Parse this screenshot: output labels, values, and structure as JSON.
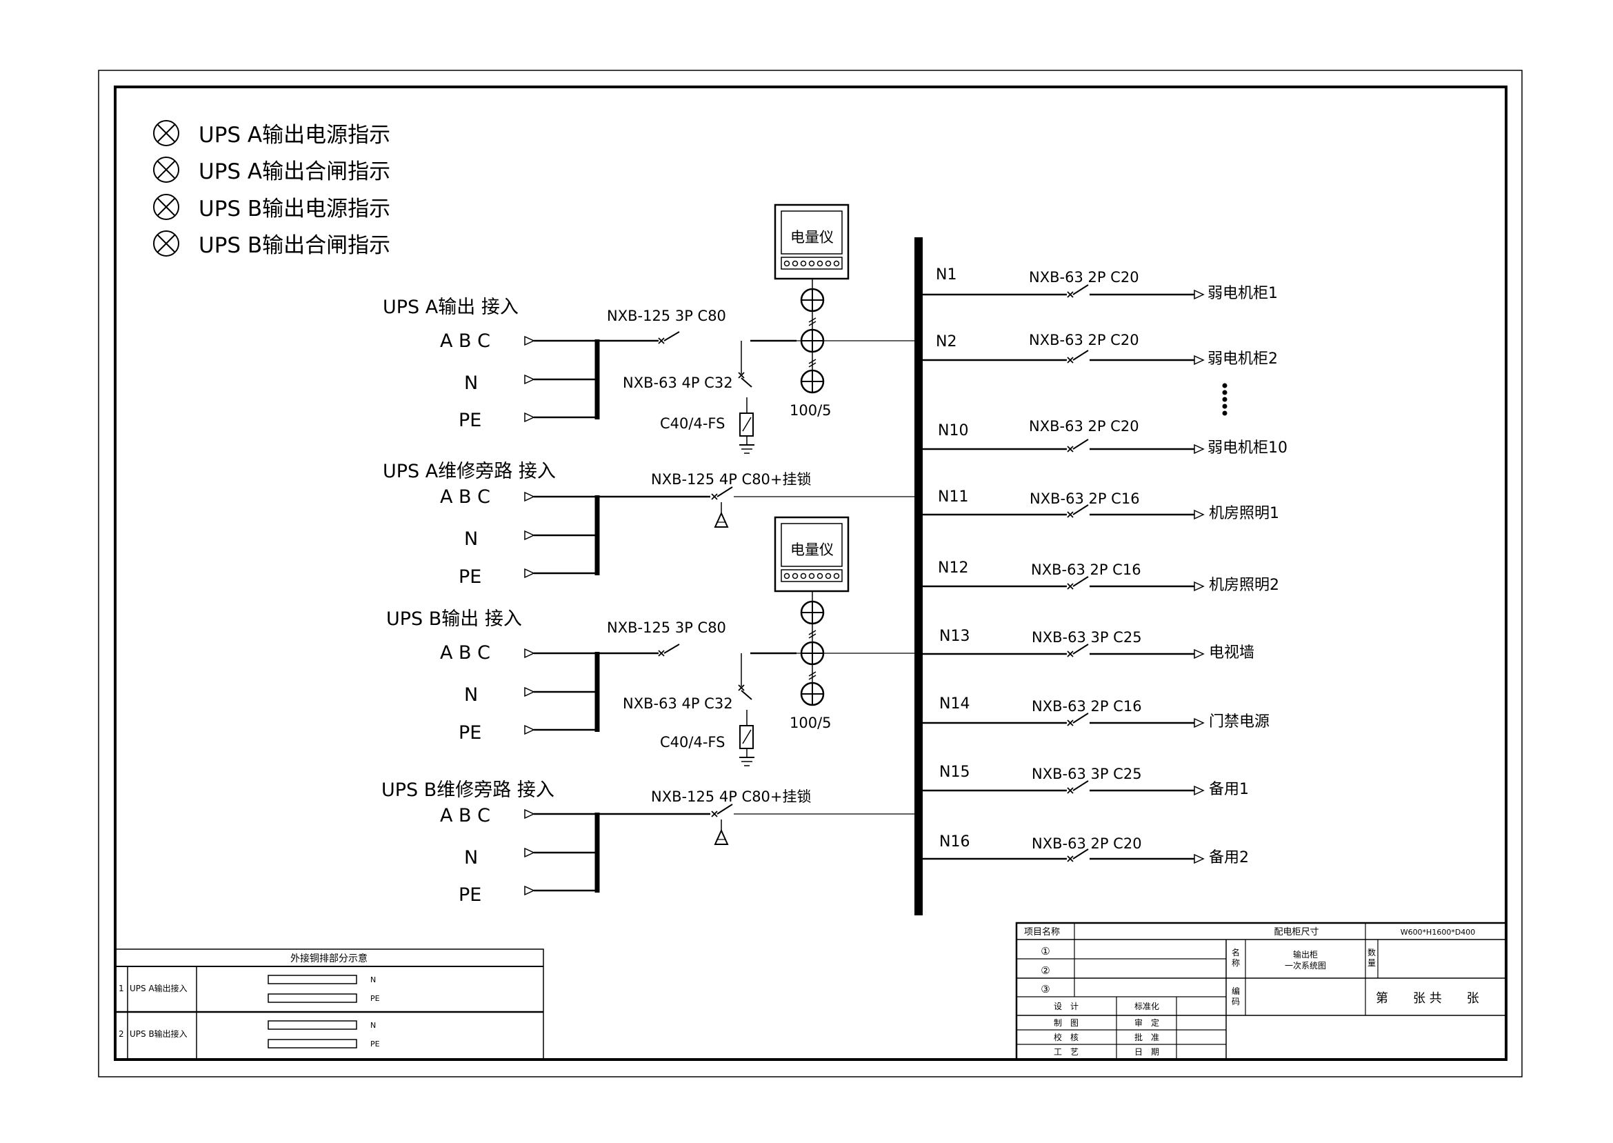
{
  "legend": [
    {
      "label": "UPS A输出电源指示"
    },
    {
      "label": "UPS A输出合闸指示"
    },
    {
      "label": "UPS B输出电源指示"
    },
    {
      "label": "UPS B输出合闸指示"
    }
  ],
  "inputs": [
    {
      "title": "UPS A输出 接入",
      "phase": "A B C",
      "n": "N",
      "pe": "PE",
      "breaker": "NXB-125 3P C80",
      "spd_breaker": "NXB-63 4P C32",
      "spd": "C40/4-FS",
      "meter": "电量仪",
      "ct": "100/5"
    },
    {
      "title": "UPS A维修旁路 接入",
      "phase": "A B C",
      "n": "N",
      "pe": "PE",
      "breaker": "NXB-125 4P C80+挂锁"
    },
    {
      "title": "UPS B输出 接入",
      "phase": "A B C",
      "n": "N",
      "pe": "PE",
      "breaker": "NXB-125 3P C80",
      "spd_breaker": "NXB-63 4P C32",
      "spd": "C40/4-FS",
      "meter": "电量仪",
      "ct": "100/5"
    },
    {
      "title": "UPS B维修旁路 接入",
      "phase": "A B C",
      "n": "N",
      "pe": "PE",
      "breaker": "NXB-125 4P C80+挂锁"
    }
  ],
  "outputs": [
    {
      "id": "N1",
      "breaker": "NXB-63 2P C20",
      "load": "弱电机柜1"
    },
    {
      "id": "N2",
      "breaker": "NXB-63 2P C20",
      "load": "弱电机柜2"
    },
    {
      "id": "N10",
      "breaker": "NXB-63 2P C20",
      "load": "弱电机柜10"
    },
    {
      "id": "N11",
      "breaker": "NXB-63 2P C16",
      "load": "机房照明1"
    },
    {
      "id": "N12",
      "breaker": "NXB-63 2P C16",
      "load": "机房照明2"
    },
    {
      "id": "N13",
      "breaker": "NXB-63 3P C25",
      "load": "电视墙"
    },
    {
      "id": "N14",
      "breaker": "NXB-63 2P C16",
      "load": "门禁电源"
    },
    {
      "id": "N15",
      "breaker": "NXB-63 3P C25",
      "load": "备用1"
    },
    {
      "id": "N16",
      "breaker": "NXB-63 2P C20",
      "load": "备用2"
    }
  ],
  "busbar_table": {
    "title": "外接铜排部分示意",
    "rows": [
      {
        "num": "1",
        "name": "UPS A输出接入",
        "n": "N",
        "pe": "PE"
      },
      {
        "num": "2",
        "name": "UPS B输出接入",
        "n": "N",
        "pe": "PE"
      }
    ]
  },
  "title_block": {
    "project_label": "项目名称",
    "circle1": "①",
    "circle2": "②",
    "circle3": "③",
    "size_label": "配电柜尺寸",
    "size_value": "W600*H1600*D400",
    "name_label": "名\n称",
    "name_value1": "输出柜",
    "name_value2": "一次系统图",
    "qty_label": "数\n量",
    "code_label": "编\n码",
    "sheet_text": "第　　张 共　　张",
    "sign_left": [
      "设　计",
      "制　图",
      "校　核",
      "工　艺"
    ],
    "sign_right": [
      "标准化",
      "审　定",
      "批　准",
      "日　期"
    ]
  }
}
